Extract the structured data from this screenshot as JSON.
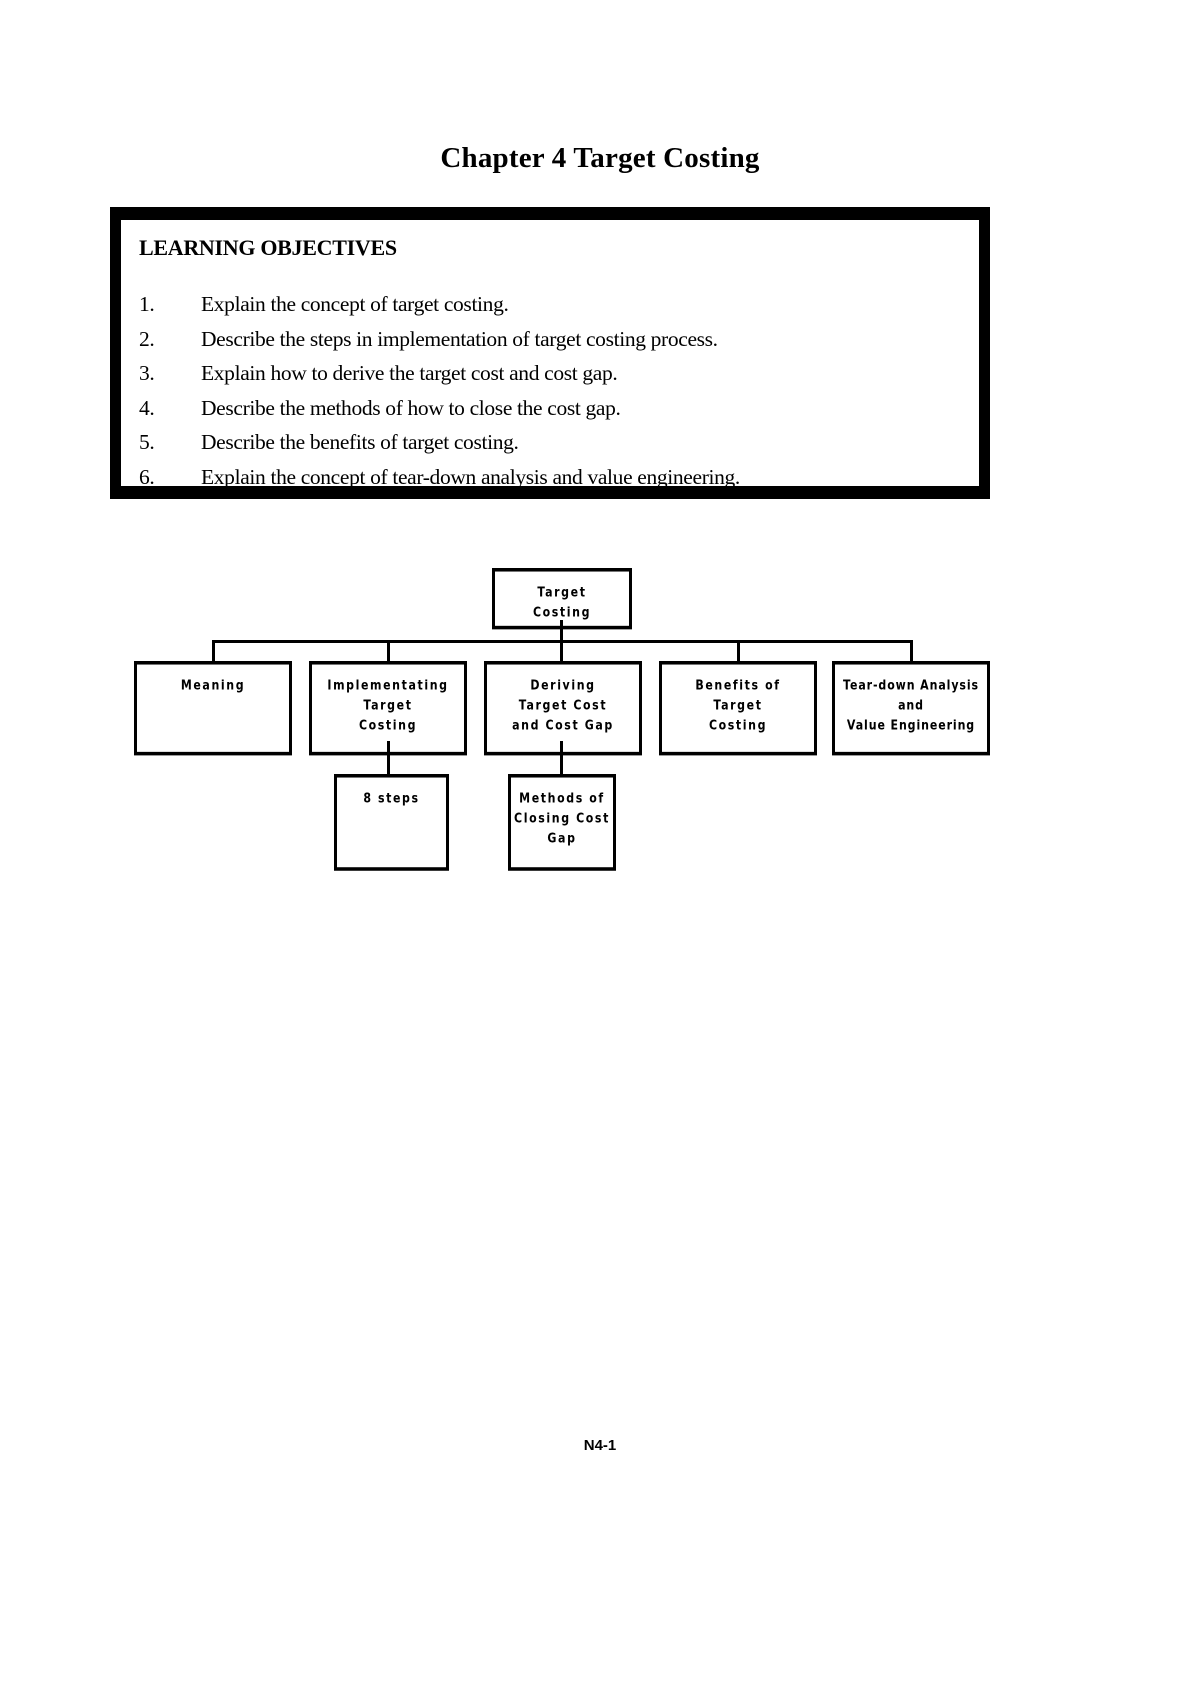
{
  "document": {
    "title": "Chapter 4 Target Costing",
    "footer": "N4-1"
  },
  "learning_objectives": {
    "heading": "LEARNING OBJECTIVES",
    "items": [
      {
        "num": "1.",
        "text": "Explain the concept of target costing."
      },
      {
        "num": "2.",
        "text": "Describe the steps in implementation of target costing process."
      },
      {
        "num": "3.",
        "text": "Explain how to derive the target cost and cost gap."
      },
      {
        "num": "4.",
        "text": "Describe the methods of how to close the cost gap."
      },
      {
        "num": "5.",
        "text": "Describe the benefits of target costing."
      },
      {
        "num": "6.",
        "text": "Explain the concept of tear-down analysis and value engineering."
      }
    ]
  },
  "diagram": {
    "type": "tree",
    "root": {
      "line1": "Target",
      "line2": "Costing",
      "line3": ""
    },
    "level2": [
      {
        "line1": "Meaning",
        "line2": "",
        "line3": ""
      },
      {
        "line1": "Implementating",
        "line2": "Target",
        "line3": "Costing"
      },
      {
        "line1": "Deriving",
        "line2": "Target Cost",
        "line3": "and Cost Gap"
      },
      {
        "line1": "Benefits of",
        "line2": "Target",
        "line3": "Costing"
      },
      {
        "line1": "Tear-down Analysis",
        "line2": "and",
        "line3": "Value Engineering"
      }
    ],
    "level3": [
      {
        "line1": "8 steps",
        "line2": "",
        "line3": ""
      },
      {
        "line1": "Methods of",
        "line2": "Closing Cost",
        "line3": "Gap"
      }
    ]
  }
}
